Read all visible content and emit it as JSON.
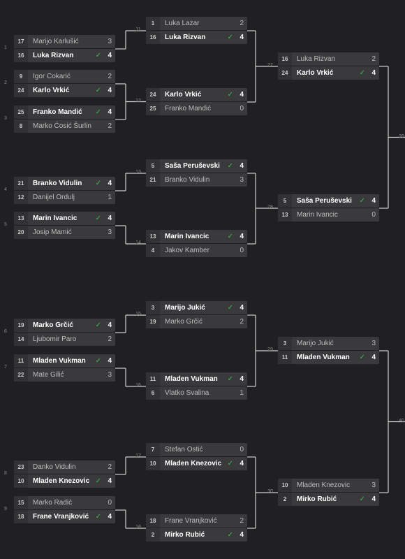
{
  "matches": [
    {
      "id": "1",
      "rows": [
        {
          "seed": "17",
          "name": "Marijo Karlušić",
          "score": "3",
          "win": false
        },
        {
          "seed": "16",
          "name": "Luka Rizvan",
          "score": "4",
          "win": true
        }
      ]
    },
    {
      "id": "2",
      "rows": [
        {
          "seed": "9",
          "name": "Igor Cokarić",
          "score": "2",
          "win": false
        },
        {
          "seed": "24",
          "name": "Karlo Vrkić",
          "score": "4",
          "win": true
        }
      ]
    },
    {
      "id": "3",
      "rows": [
        {
          "seed": "25",
          "name": "Franko Mandić",
          "score": "4",
          "win": true
        },
        {
          "seed": "8",
          "name": "Marko Ćosić Šurlin",
          "score": "2",
          "win": false
        }
      ]
    },
    {
      "id": "4",
      "rows": [
        {
          "seed": "21",
          "name": "Branko Vidulin",
          "score": "4",
          "win": true
        },
        {
          "seed": "12",
          "name": "Danijel Ordulj",
          "score": "1",
          "win": false
        }
      ]
    },
    {
      "id": "5",
      "rows": [
        {
          "seed": "13",
          "name": "Marin Ivancic",
          "score": "4",
          "win": true
        },
        {
          "seed": "20",
          "name": "Josip Mamić",
          "score": "3",
          "win": false
        }
      ]
    },
    {
      "id": "6",
      "rows": [
        {
          "seed": "19",
          "name": "Marko Grčić",
          "score": "4",
          "win": true
        },
        {
          "seed": "14",
          "name": "Ljubomir Paro",
          "score": "2",
          "win": false
        }
      ]
    },
    {
      "id": "7",
      "rows": [
        {
          "seed": "11",
          "name": "Mladen Vukman",
          "score": "4",
          "win": true
        },
        {
          "seed": "22",
          "name": "Mate Gilić",
          "score": "3",
          "win": false
        }
      ]
    },
    {
      "id": "8",
      "rows": [
        {
          "seed": "23",
          "name": "Danko Vidulin",
          "score": "2",
          "win": false
        },
        {
          "seed": "10",
          "name": "Mladen Knezovic",
          "score": "4",
          "win": true
        }
      ]
    },
    {
      "id": "9",
      "rows": [
        {
          "seed": "15",
          "name": "Marko Radić",
          "score": "0",
          "win": false
        },
        {
          "seed": "18",
          "name": "Frane Vranjković",
          "score": "4",
          "win": true
        }
      ]
    },
    {
      "id": "11",
      "rows": [
        {
          "seed": "1",
          "name": "Luka Lazar",
          "score": "2",
          "win": false
        },
        {
          "seed": "16",
          "name": "Luka Rizvan",
          "score": "4",
          "win": true
        }
      ]
    },
    {
      "id": "12",
      "rows": [
        {
          "seed": "24",
          "name": "Karlo Vrkić",
          "score": "4",
          "win": true
        },
        {
          "seed": "25",
          "name": "Franko Mandić",
          "score": "0",
          "win": false
        }
      ]
    },
    {
      "id": "13",
      "rows": [
        {
          "seed": "5",
          "name": "Saša Peruševski",
          "score": "4",
          "win": true
        },
        {
          "seed": "21",
          "name": "Branko Vidulin",
          "score": "3",
          "win": false
        }
      ]
    },
    {
      "id": "14",
      "rows": [
        {
          "seed": "13",
          "name": "Marin Ivancic",
          "score": "4",
          "win": true
        },
        {
          "seed": "4",
          "name": "Jakov Kamber",
          "score": "0",
          "win": false
        }
      ]
    },
    {
      "id": "15",
      "rows": [
        {
          "seed": "3",
          "name": "Marijo Jukić",
          "score": "4",
          "win": true
        },
        {
          "seed": "19",
          "name": "Marko Grčić",
          "score": "2",
          "win": false
        }
      ]
    },
    {
      "id": "16",
      "rows": [
        {
          "seed": "11",
          "name": "Mladen Vukman",
          "score": "4",
          "win": true
        },
        {
          "seed": "6",
          "name": "Vlatko Svalina",
          "score": "1",
          "win": false
        }
      ]
    },
    {
      "id": "17",
      "rows": [
        {
          "seed": "7",
          "name": "Stefan Ostić",
          "score": "0",
          "win": false
        },
        {
          "seed": "10",
          "name": "Mladen Knezovic",
          "score": "4",
          "win": true
        }
      ]
    },
    {
      "id": "18",
      "rows": [
        {
          "seed": "18",
          "name": "Frane Vranjković",
          "score": "2",
          "win": false
        },
        {
          "seed": "2",
          "name": "Mirko Rubić",
          "score": "4",
          "win": true
        }
      ]
    },
    {
      "id": "27",
      "rows": [
        {
          "seed": "16",
          "name": "Luka Rizvan",
          "score": "2",
          "win": false
        },
        {
          "seed": "24",
          "name": "Karlo Vrkić",
          "score": "4",
          "win": true
        }
      ]
    },
    {
      "id": "28",
      "rows": [
        {
          "seed": "5",
          "name": "Saša Peruševski",
          "score": "4",
          "win": true
        },
        {
          "seed": "13",
          "name": "Marin Ivancic",
          "score": "0",
          "win": false
        }
      ]
    },
    {
      "id": "29",
      "rows": [
        {
          "seed": "3",
          "name": "Marijo Jukić",
          "score": "3",
          "win": false
        },
        {
          "seed": "11",
          "name": "Mladen Vukman",
          "score": "4",
          "win": true
        }
      ]
    },
    {
      "id": "30",
      "rows": [
        {
          "seed": "10",
          "name": "Mladen Knezovic",
          "score": "3",
          "win": false
        },
        {
          "seed": "2",
          "name": "Mirko Rubić",
          "score": "4",
          "win": true
        }
      ]
    }
  ],
  "next_matches": [
    "39",
    "40"
  ],
  "icons": {
    "win": "check-icon"
  },
  "colors": {
    "background": "#202023",
    "row": "#3a3a3d",
    "seed_box": "#323235",
    "check": "#3fb950",
    "connector": "#d0d0d0"
  }
}
